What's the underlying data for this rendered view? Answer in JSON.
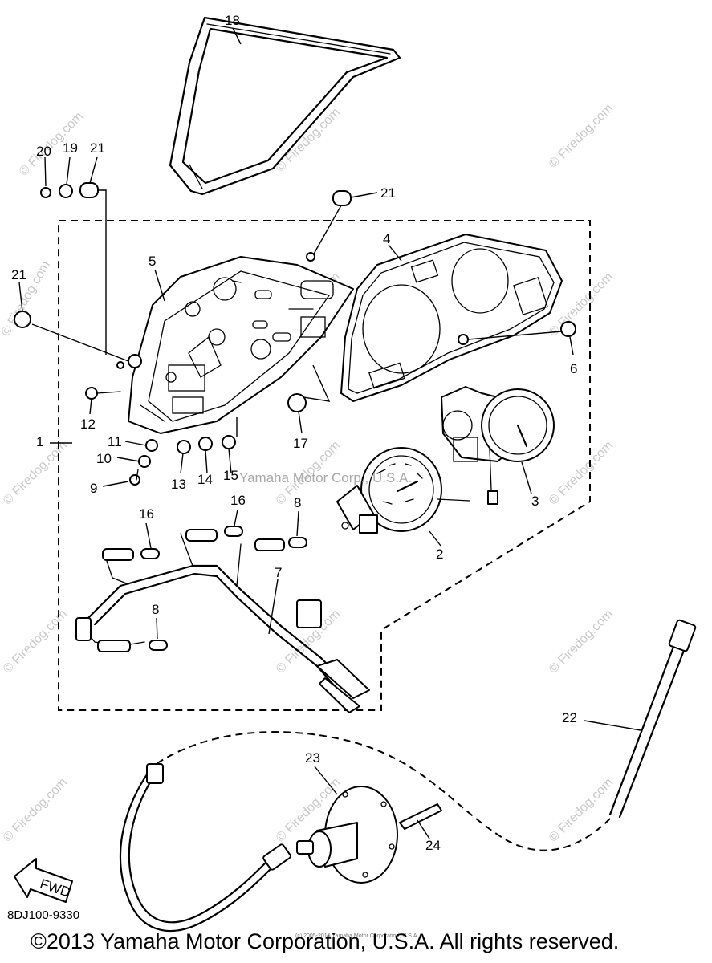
{
  "diagram": {
    "parts": [
      {
        "id": "1"
      },
      {
        "id": "2"
      },
      {
        "id": "3"
      },
      {
        "id": "4"
      },
      {
        "id": "5"
      },
      {
        "id": "6"
      },
      {
        "id": "7"
      },
      {
        "id": "8"
      },
      {
        "id": "8"
      },
      {
        "id": "9"
      },
      {
        "id": "10"
      },
      {
        "id": "11"
      },
      {
        "id": "12"
      },
      {
        "id": "13"
      },
      {
        "id": "14"
      },
      {
        "id": "15"
      },
      {
        "id": "16"
      },
      {
        "id": "16"
      },
      {
        "id": "17"
      },
      {
        "id": "18"
      },
      {
        "id": "19"
      },
      {
        "id": "20"
      },
      {
        "id": "21"
      },
      {
        "id": "21"
      },
      {
        "id": "21"
      },
      {
        "id": "22"
      },
      {
        "id": "23"
      },
      {
        "id": "24"
      }
    ],
    "fwd_label": "FWD",
    "drawing_code": "8DJ100-9330",
    "center_watermark": "Yamaha Motor Corp., U.S.A.",
    "small_watermark": "(c) 2005-2015 Yamaha Motor Corporation, U.S.A.",
    "side_watermark": "© Firedog.com",
    "copyright": "©2013 Yamaha Motor Corporation, U.S.A. All rights reserved."
  }
}
